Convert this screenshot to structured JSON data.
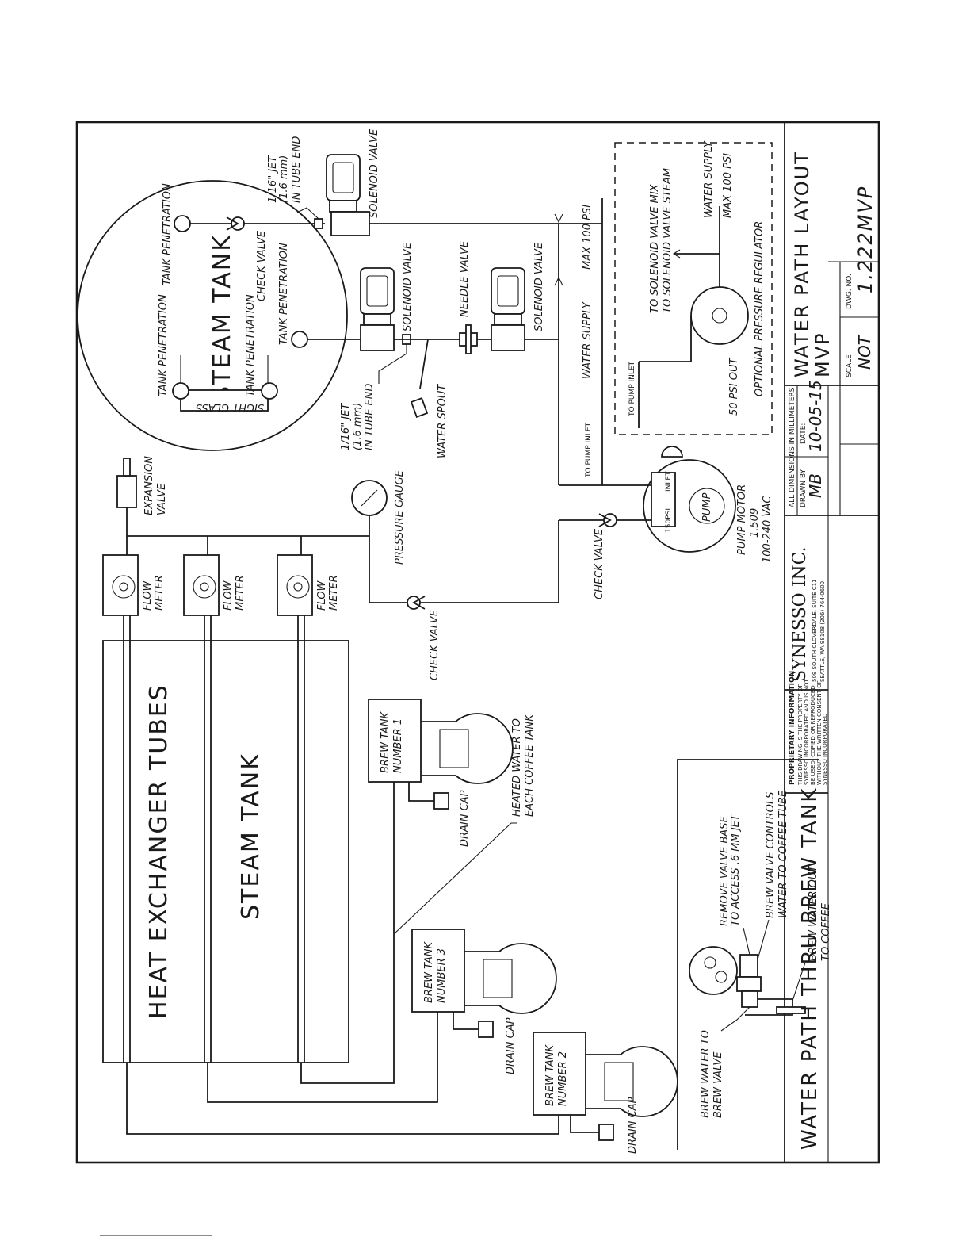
{
  "steam_tank_round": {
    "title": "STEAM TANK",
    "sight_glass": "SIGHT GLASS",
    "tank_penetration": "TANK PENETRATION",
    "check_valve": "CHECK VALVE",
    "jet_line1": "1/16\" JET",
    "jet_line2": "(1.6 mm)",
    "jet_line3": "IN TUBE END",
    "solenoid_valve": "SOLENOID VALVE",
    "needle_valve": "NEEDLE VALVE",
    "water_spout": "WATER SPOUT",
    "water_supply": "WATER SUPPLY",
    "max_psi": "MAX 100 PSI"
  },
  "regulator": {
    "to_mix": "TO SOLENOID VALVE MIX",
    "to_steam": "TO SOLENOID VALVE STEAM",
    "water_supply": "WATER SUPPLY",
    "max_psi": "MAX 100 PSI",
    "to_pump_inlet": "TO PUMP INLET",
    "psi_out": "50 PSI OUT",
    "optional": "OPTIONAL PRESSURE REGULATOR"
  },
  "pump": {
    "to_pump_inlet": "TO PUMP INLET",
    "inlet": "INLET",
    "psi_150": "150PSI",
    "pump_label": "PUMP",
    "motor": "PUMP MOTOR",
    "motor_rating": "1.509",
    "voltage": "100-240 VAC",
    "check_valve": "CHECK VALVE"
  },
  "middle": {
    "expansion_valve_1": "EXPANSION",
    "expansion_valve_2": "VALVE",
    "pressure_gauge": "PRESSURE GAUGE",
    "check_valve": "CHECK VALVE",
    "flow_meter_1": "FLOW",
    "flow_meter_2": "METER"
  },
  "long_tank": {
    "heat_exchanger": "HEAT EXCHANGER TUBES",
    "steam_tank": "STEAM TANK"
  },
  "brew_tanks": {
    "t1_a": "BREW TANK",
    "t1_b": "NUMBER 1",
    "t2_a": "BREW TANK",
    "t2_b": "NUMBER 2",
    "t3_a": "BREW TANK",
    "t3_b": "NUMBER 3",
    "drain_cap": "DRAIN CAP",
    "heated_1": "HEATED WATER TO",
    "heated_2": "EACH COFFEE TANK"
  },
  "brew_detail": {
    "remove_1": "REMOVE VALVE BASE",
    "remove_2": "TO ACCESS .6 MM JET",
    "controls_1": "BREW VALVE CONTROLS",
    "controls_2": "WATER TO COFFEE TUBE",
    "out_1": "BREW WATER OUT",
    "out_2": "TO COFFEE",
    "to_1": "BREW WATER TO",
    "to_2": "BREW VALVE"
  },
  "title_block": {
    "bottom_title": "WATER PATH THRU BREW TANK",
    "proprietary_head": "PROPRIETARY INFORMATION",
    "proprietary_1": "THIS DRAWING IS THE PROPERTY OF",
    "proprietary_2": "SYNESSO INCORPORATED AND IS NOT",
    "proprietary_3": "BE USED, COPIED OR REPRODUCED",
    "proprietary_4": "WITHOUT THE WRITTEN CONSENT OF",
    "proprietary_5": "SYNESSO INCORPORATED",
    "company": "SYNESSO INC.",
    "addr_1": "509 SOUTH CLOVERDALE, SUITE C11",
    "addr_2": "SEATTLE, WA 98108  (206) 764-0600",
    "dims_note": "ALL DIMENSIONS IN MILLIMETERS",
    "drawn_by_label": "DRAWN BY:",
    "drawn_by": "MB",
    "date_label": "DATE:",
    "date": "10-05-15",
    "scale_label": "SCALE",
    "scale": "NOT",
    "dwg_label": "DWG. NO.",
    "dwg_no": "1.222MVP",
    "title_1": "WATER PATH LAYOUT",
    "title_2": "MVP"
  }
}
